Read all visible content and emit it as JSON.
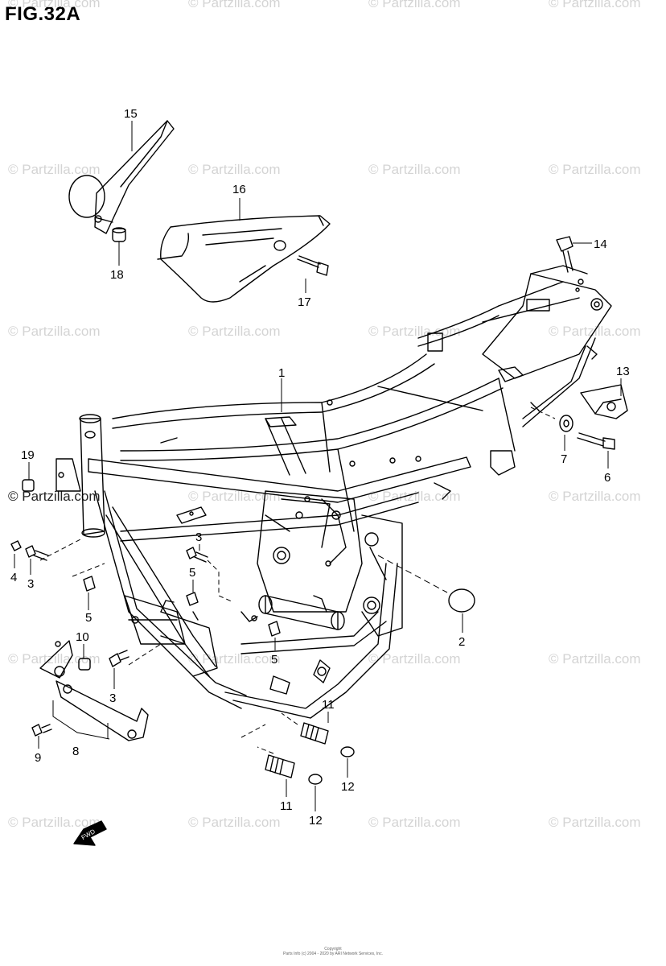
{
  "figure": {
    "title": "FIG.32A",
    "watermark_text": "© Partzilla.com",
    "watermark_highlight": "© Partzilla.com",
    "fwd_label": "FWD",
    "copyright_line1": "Copyright",
    "copyright_line2": "Parts Info (c) 2004 - 2020 by ARI Network Services, Inc."
  },
  "callouts": {
    "c1": "1",
    "c2": "2",
    "c3a": "3",
    "c3b": "3",
    "c3c": "3",
    "c4": "4",
    "c5a": "5",
    "c5b": "5",
    "c5c": "5",
    "c6": "6",
    "c7": "7",
    "c8": "8",
    "c9": "9",
    "c10": "10",
    "c11a": "11",
    "c11b": "11",
    "c12a": "12",
    "c12b": "12",
    "c13": "13",
    "c14": "14",
    "c15": "15",
    "c16": "16",
    "c17": "17",
    "c18": "18",
    "c19": "19"
  },
  "colors": {
    "line": "#000000",
    "watermark": "#d4d4d4",
    "background": "#ffffff"
  }
}
